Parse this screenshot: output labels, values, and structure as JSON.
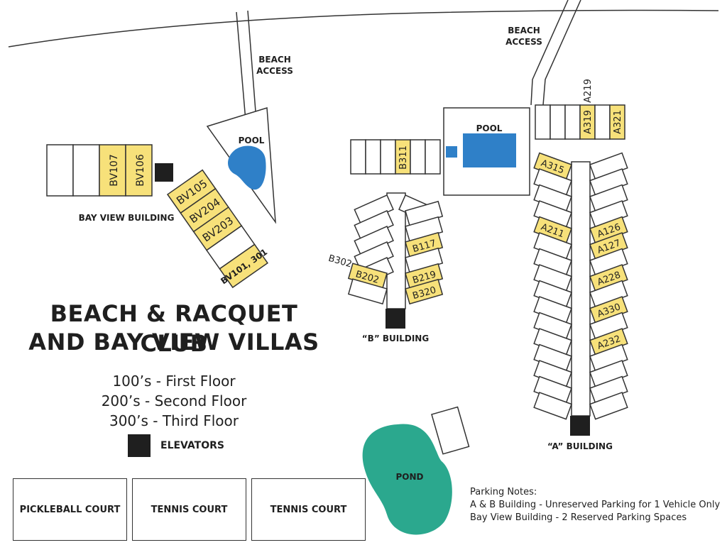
{
  "title": {
    "line1": "BEACH & RACQUET CLUB",
    "line2": "AND BAY VIEW VILLAS"
  },
  "floors": [
    "100’s - First Floor",
    "200’s - Second Floor",
    "300’s - Third Floor"
  ],
  "legend": {
    "elevators_label": "ELEVATORS"
  },
  "buildings": {
    "bay_view": "BAY VIEW BUILDING",
    "b": "“B” BUILDING",
    "a": "“A” BUILDING"
  },
  "beach_access": {
    "left": [
      "BEACH",
      "ACCESS"
    ],
    "right": [
      "BEACH",
      "ACCESS"
    ]
  },
  "pools": {
    "left": "POOL",
    "right": "POOL"
  },
  "pond": "POND",
  "courts": [
    "PICKLEBALL COURT",
    "TENNIS COURT",
    "TENNIS COURT"
  ],
  "parking": {
    "heading": "Parking Notes:",
    "lines": [
      "A & B Building - Unreserved Parking for 1 Vehicle Only",
      "Bay View Building - 2 Reserved Parking Spaces"
    ]
  },
  "units": {
    "bv107": "BV107",
    "bv106": "BV106",
    "bv105": "BV105",
    "bv204": "BV204",
    "bv203": "BV203",
    "bv101": "BV101, 301",
    "b311": "B311",
    "b117": "B117",
    "b302": "B302",
    "b202": "B202",
    "b219": "B219",
    "b320": "B320",
    "a219": "A219",
    "a319": "A319",
    "a321": "A321",
    "a315": "A315",
    "a211": "A211",
    "a126": "A126",
    "a127": "A127",
    "a228": "A228",
    "a330": "A330",
    "a232": "A232"
  },
  "colors": {
    "unit_highlight": "#f7e17a",
    "pool": "#2f80c8",
    "pond": "#2ba88e",
    "elevator": "#1f1f1f"
  }
}
